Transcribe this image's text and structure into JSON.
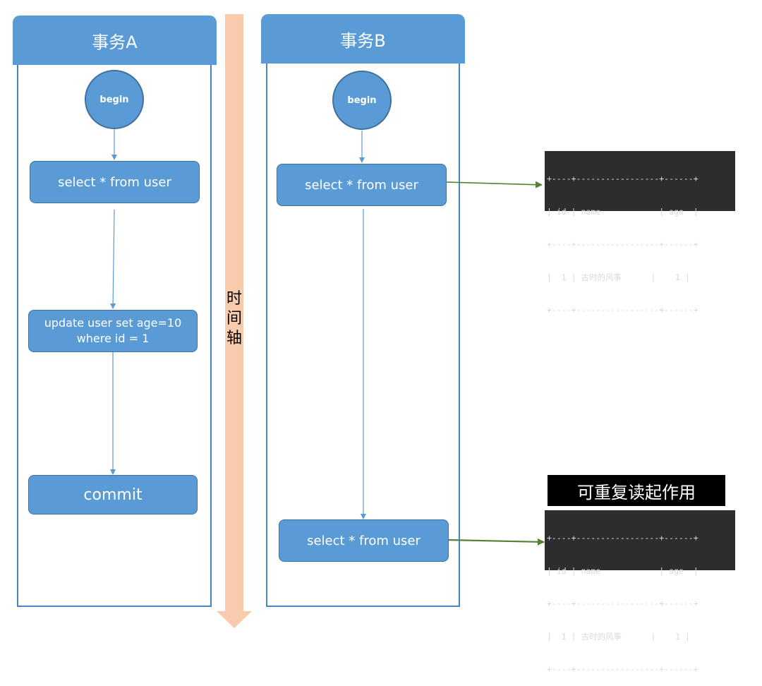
{
  "lanes": {
    "a": {
      "title": "事务A",
      "begin_label": "begin",
      "select_label": "select * from user",
      "update_line1": "update user set age=10",
      "update_line2": "where id = 1",
      "commit_label": "commit"
    },
    "b": {
      "title": "事务B",
      "begin_label": "begin",
      "select1_label": "select * from user",
      "select2_label": "select * from user"
    }
  },
  "timeline": {
    "c1": "时",
    "c2": "间",
    "c3": "轴"
  },
  "results": {
    "first": {
      "border": "+----+-----------------+------+",
      "header": "| id | name            | age  |",
      "row": "|  1 | 古时的风筝      |    1 |"
    },
    "second": {
      "border": "+----+-----------------+------+",
      "header": "| id | name            | age  |",
      "row": "|  1 | 古时的风筝      |    1 |"
    }
  },
  "caption": "可重复读起作用",
  "colors": {
    "node_fill": "#5b9bd5",
    "lane_border": "#4a86c5",
    "timeline": "#f8cbad",
    "result_arrow": "#548235",
    "terminal_bg": "#2d2d2d"
  }
}
